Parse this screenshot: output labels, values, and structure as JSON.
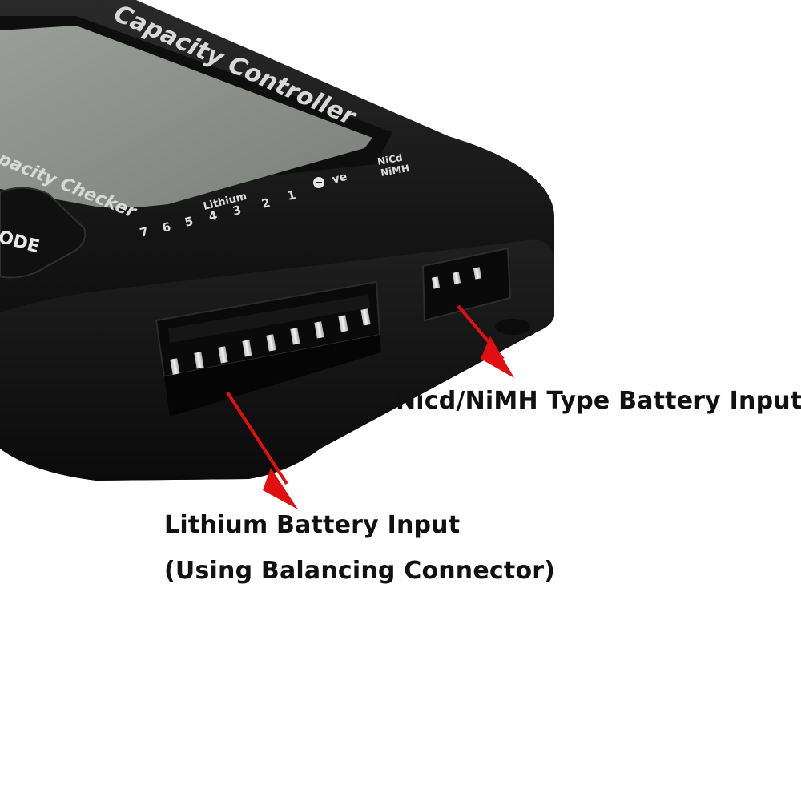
{
  "device": {
    "top_label": "Capacity Controller",
    "side_label": "pacity Checker",
    "mode_button_label": "ODE",
    "connector_labels": {
      "lithium": "Lithium",
      "pins": [
        "7",
        "6",
        "5",
        "4",
        "3",
        "2",
        "1"
      ],
      "negative": "ve",
      "nicd": "NiCd",
      "nimh": "NiMH"
    }
  },
  "callouts": {
    "nicd_input": "Nicd/NiMH Type Battery Input",
    "lithium_input_line1": "Lithium Battery Input",
    "lithium_input_line2": "(Using Balancing Connector)"
  },
  "colors": {
    "body": "#1a1a1a",
    "lcd": "#8d918b",
    "arrow": "#e01010",
    "text": "#111111",
    "printing": "#dcdcdc"
  }
}
